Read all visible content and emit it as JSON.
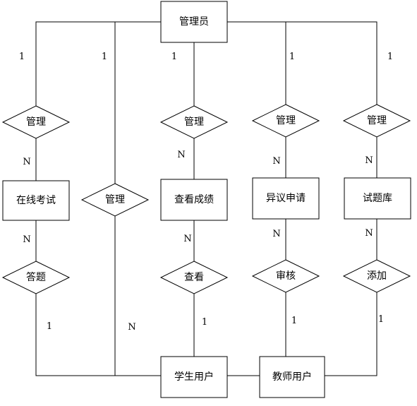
{
  "diagram": {
    "entities": {
      "admin": "管理员",
      "online_exam": "在线考试",
      "view_grades": "查看成绩",
      "objection": "异议申请",
      "question_bank": "试题库",
      "student": "学生用户",
      "teacher": "教师用户"
    },
    "relationships": {
      "manage_exam": "管理",
      "manage_student": "管理",
      "manage_grades": "管理",
      "manage_objection": "管理",
      "manage_bank": "管理",
      "answer": "答题",
      "view": "查看",
      "review": "审核",
      "add": "添加"
    },
    "cardinalities": {
      "admin_exam": "1",
      "exam_manage": "N",
      "admin_student": "1",
      "student_manage": "N",
      "admin_grades": "1",
      "grades_manage": "N",
      "admin_objection": "1",
      "objection_manage": "N",
      "admin_bank": "1",
      "bank_manage": "N",
      "exam_answer": "N",
      "student_answer": "1",
      "grades_view": "N",
      "student_view": "1",
      "objection_review": "N",
      "teacher_review": "1",
      "bank_add": "N",
      "teacher_add": "1"
    }
  }
}
